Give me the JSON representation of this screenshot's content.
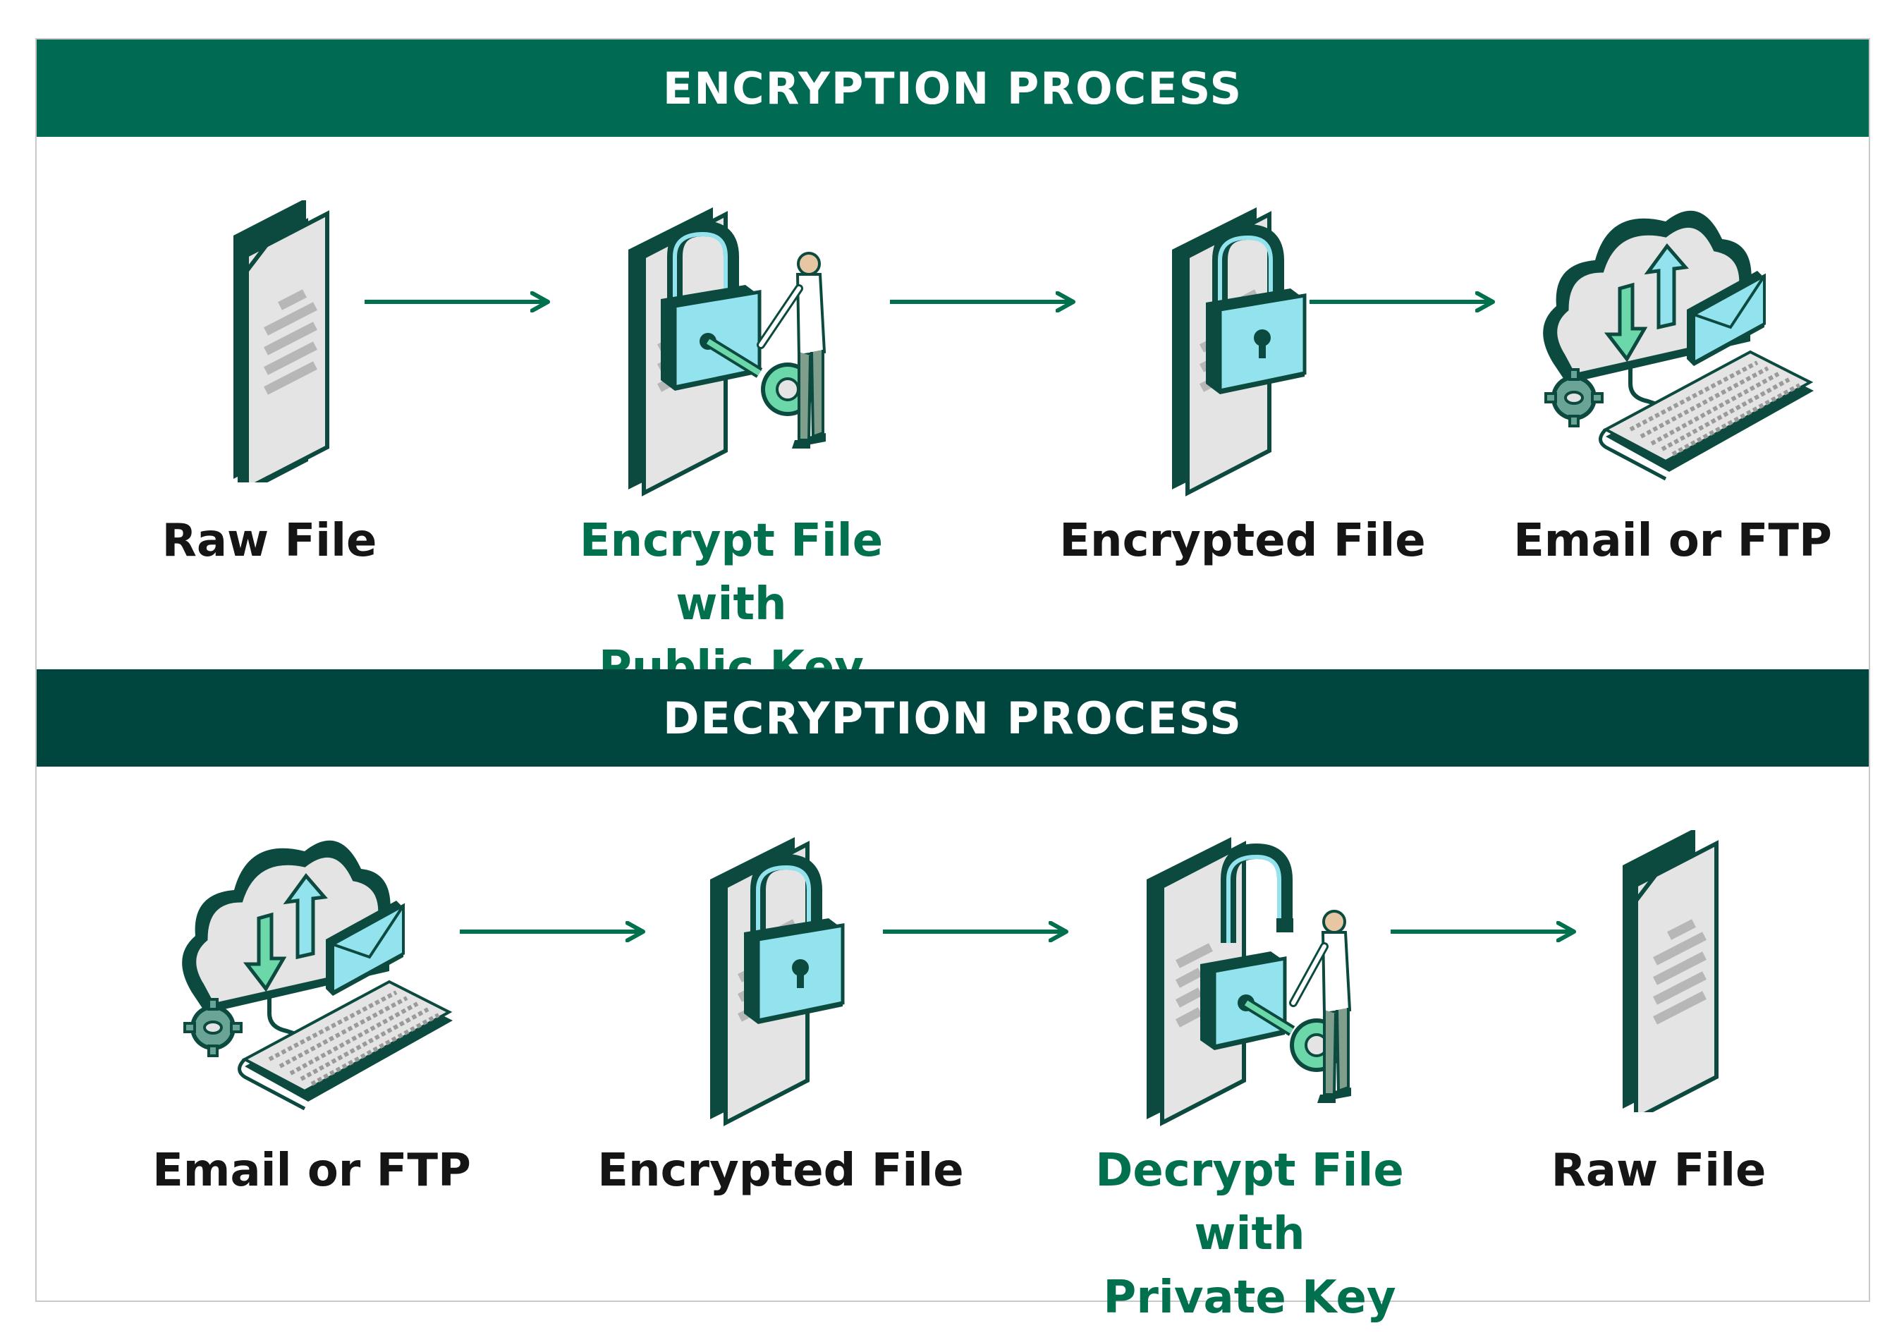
{
  "colors": {
    "banner_encryption": "#006a53",
    "banner_decryption": "#00463e",
    "arrow": "#00704f",
    "accent_label": "#00704f",
    "label": "#151515",
    "lock": "#93e3ee",
    "outline": "#0c4a40",
    "document": "#e4e4e4",
    "key": "#6cd7a8"
  },
  "encryption": {
    "title": "ENCRYPTION PROCESS",
    "steps": [
      {
        "label": "Raw File",
        "icon": "document-icon",
        "accent": false
      },
      {
        "label": "Encrypt File with\nPublic Key",
        "icon": "encrypt-key-icon",
        "accent": true
      },
      {
        "label": "Encrypted File",
        "icon": "locked-document-icon",
        "accent": false
      },
      {
        "label": "Email or FTP",
        "icon": "cloud-transfer-icon",
        "accent": false
      }
    ]
  },
  "decryption": {
    "title": "DECRYPTION PROCESS",
    "steps": [
      {
        "label": "Email or FTP",
        "icon": "cloud-transfer-icon",
        "accent": false
      },
      {
        "label": "Encrypted File",
        "icon": "locked-document-icon",
        "accent": false
      },
      {
        "label": "Decrypt File with\nPrivate Key",
        "icon": "decrypt-key-icon",
        "accent": true
      },
      {
        "label": "Raw File",
        "icon": "document-icon",
        "accent": false
      }
    ]
  }
}
